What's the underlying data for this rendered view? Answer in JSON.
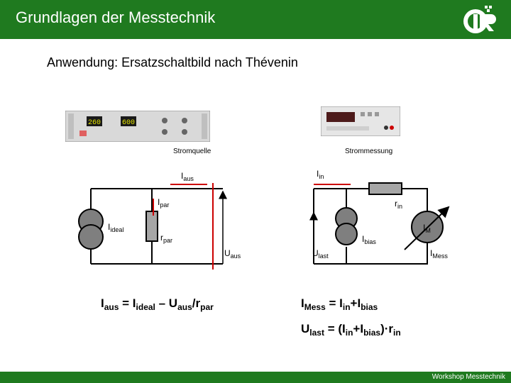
{
  "header": {
    "title": "Grundlagen der Messtechnik",
    "logo_icon": "university-logo-icon"
  },
  "subtitle": "Anwendung: Ersatzschaltbild nach Thévenin",
  "devices": {
    "source_caption": "Stromquelle",
    "meter_caption": "Strommessung",
    "source_display_left": "260",
    "source_display_right": "600"
  },
  "labels": {
    "i_aus": {
      "main": "I",
      "sub": "aus"
    },
    "i_in": {
      "main": "I",
      "sub": "in"
    },
    "i_par": {
      "main": "I",
      "sub": "par"
    },
    "r_in": {
      "main": "r",
      "sub": "in"
    },
    "i_ideal": {
      "main": "I",
      "sub": "ideal"
    },
    "r_par": {
      "main": "r",
      "sub": "par"
    },
    "u_aus": {
      "main": "U",
      "sub": "aus"
    },
    "u_last": {
      "main": "U",
      "sub": "last"
    },
    "i_bias": {
      "main": "I",
      "sub": "bias"
    },
    "i_m": {
      "main": "I",
      "sub": "M"
    },
    "i_mess": {
      "main": "I",
      "sub": "Mess"
    }
  },
  "formulas": {
    "left": {
      "a": "I",
      "a_sub": "aus",
      "eq": " = I",
      "b_sub": "ideal",
      "minus": " – U",
      "c_sub": "aus",
      "div": "/r",
      "d_sub": "par"
    },
    "right1": {
      "a": "I",
      "a_sub": "Mess",
      "eq": " = I",
      "b_sub": "in",
      "plus": "+I",
      "c_sub": "bias"
    },
    "right2": {
      "a": "U",
      "a_sub": "last",
      "eq": " = (I",
      "b_sub": "in",
      "plus": "+I",
      "c_sub": "bias",
      "close": ")·r",
      "d_sub": "in"
    }
  },
  "footer": {
    "text": "Workshop Messtechnik"
  },
  "colors": {
    "accent": "#1f7a1f",
    "wire": "#000000",
    "marker_red": "#cc0000",
    "resistor": "#a6a6a6",
    "meter_fill": "#7f7f7f"
  }
}
